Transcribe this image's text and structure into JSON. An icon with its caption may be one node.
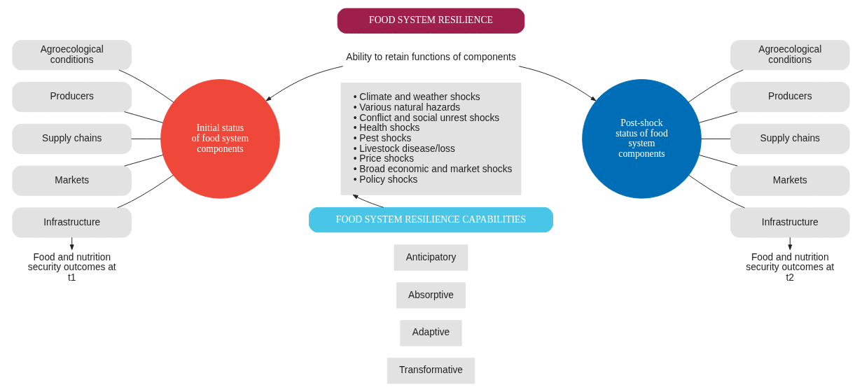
{
  "diagram": {
    "nodes": [
      {
        "text": [
          "FOOD SYSTEM RESILIENCE"
        ]
      },
      {
        "text": [
          "Ability to retain functions of components"
        ]
      },
      {
        "text": [
          "Agroecological conditions"
        ]
      },
      {
        "text": [
          "Producers"
        ]
      },
      {
        "text": [
          "Supply chains"
        ]
      },
      {
        "text": [
          "Markets"
        ]
      },
      {
        "text": [
          "Infrastructure"
        ]
      },
      {
        "text": [
          "Initial status of food system components"
        ]
      },
      {
        "text": [
          "• Climate and weather shocks",
          "• Various natural hazards",
          "• Conflict and social unrest shocks",
          "• Health shocks",
          "• Pest shocks",
          "• Livestock disease/loss",
          "• Price shocks",
          "• Broad economic and market shocks",
          "• Policy shocks"
        ]
      },
      {
        "text": [
          "Post-shock status of food system components"
        ]
      },
      {
        "text": [
          "Agroecological conditions"
        ]
      },
      {
        "text": [
          "Producers"
        ]
      },
      {
        "text": [
          "Supply chains"
        ]
      },
      {
        "text": [
          "Markets"
        ]
      },
      {
        "text": [
          "Infrastructure"
        ]
      },
      {
        "text": [
          "FOOD SYSTEM RESILIENCE CAPABILITIES"
        ]
      },
      {
        "text": [
          "Anticipatory"
        ]
      },
      {
        "text": [
          "Absorptive"
        ]
      },
      {
        "text": [
          "Adaptive"
        ]
      },
      {
        "text": [
          "Transformative"
        ]
      },
      {
        "text": [
          "Food and nutrition security outcomes at t1"
        ]
      },
      {
        "text": [
          "Food and nutrition security outcomes at t2"
        ]
      }
    ],
    "edges": [
      {
        "from": 1,
        "to": 7,
        "arrow": "to"
      },
      {
        "from": 1,
        "to": 9,
        "arrow": "to"
      },
      {
        "from": 2,
        "to": 7,
        "arrow": "none"
      },
      {
        "from": 3,
        "to": 7,
        "arrow": "none"
      },
      {
        "from": 4,
        "to": 7,
        "arrow": "none"
      },
      {
        "from": 5,
        "to": 7,
        "arrow": "none"
      },
      {
        "from": 6,
        "to": 7,
        "arrow": "none"
      },
      {
        "from": 9,
        "to": 10,
        "arrow": "none"
      },
      {
        "from": 9,
        "to": 11,
        "arrow": "none"
      },
      {
        "from": 9,
        "to": 12,
        "arrow": "none"
      },
      {
        "from": 9,
        "to": 13,
        "arrow": "none"
      },
      {
        "from": 9,
        "to": 14,
        "arrow": "none"
      },
      {
        "from": 15,
        "to": 8,
        "arrow": "to"
      },
      {
        "from": 6,
        "to": 20,
        "arrow": "to"
      },
      {
        "from": 14,
        "to": 21,
        "arrow": "to"
      }
    ]
  }
}
